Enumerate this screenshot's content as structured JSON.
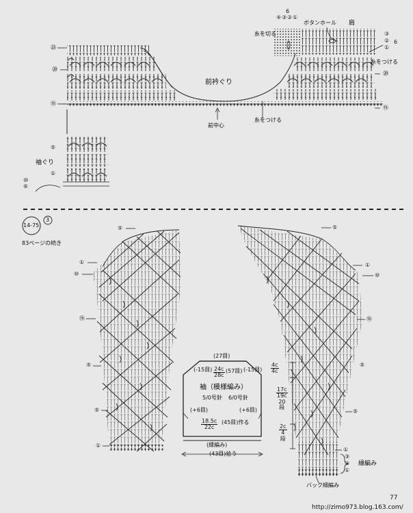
{
  "top": {
    "label_cut_yarn": "糸を切る",
    "label_buttonhole": "ボタンホール",
    "label_shoulder": "肩",
    "label_attach_yarn": "糸をつける",
    "label_front_neckline": "前衿ぐり",
    "label_front_center": "前中心",
    "label_attach_yarn_2": "糸をつける",
    "label_sleeve_opening": "袖ぐり",
    "rows_left": [
      "㉓",
      "⑳",
      "⑮"
    ],
    "rows_right": [
      "⑳",
      "⑮"
    ],
    "top_circles": [
      "④",
      "③",
      "②",
      "①"
    ],
    "top_circle_6": "6",
    "right_circles": [
      "③",
      "②",
      "①"
    ],
    "right_circle_6": "6",
    "cuff_rows": [
      "⑤",
      "①",
      "⑩",
      "⑥"
    ]
  },
  "bottom": {
    "badge_number": "14-75",
    "badge_sub": "3",
    "continued": "83ページの続き",
    "left_rows": [
      "⑤",
      "①",
      "⑩",
      "⑮",
      "⑤",
      "⑤",
      "①"
    ],
    "right_rows": [
      "⑤",
      "①",
      "⑩",
      "⑮",
      "⑤",
      "⑤",
      "①"
    ]
  },
  "schematic": {
    "top_width": "(27目)",
    "dim_15_left": "(-15目)",
    "dim_15_right": "(-15目)",
    "dim_57": "(57目)",
    "dim_24": "24c",
    "dim_28": "28c",
    "title": "袖（模様編み）",
    "needle_left": "5/0号針",
    "needle_right": "6/0号針",
    "inc_left": "(+6目)",
    "inc_right": "(+6目)",
    "dim_185": "18.5c",
    "dim_22": "22c",
    "dim_45": "(45目)作る",
    "border_label": "(縁編み)",
    "pickup": "(43目)拾う",
    "r_4_top": "4c",
    "r_4_bot": "4c",
    "r_17": "17c",
    "r_19": "19c",
    "r_20": "20",
    "r_rows": "段",
    "r_2": "2c",
    "r_4": "4",
    "r_rows2": "段"
  },
  "border": {
    "circles": [
      "③",
      "②",
      "①"
    ],
    "label": "縁編み",
    "back_post": "バック細編み"
  },
  "footer": {
    "page_number": "77",
    "url": "http://zimo973.blog.163.com/"
  }
}
